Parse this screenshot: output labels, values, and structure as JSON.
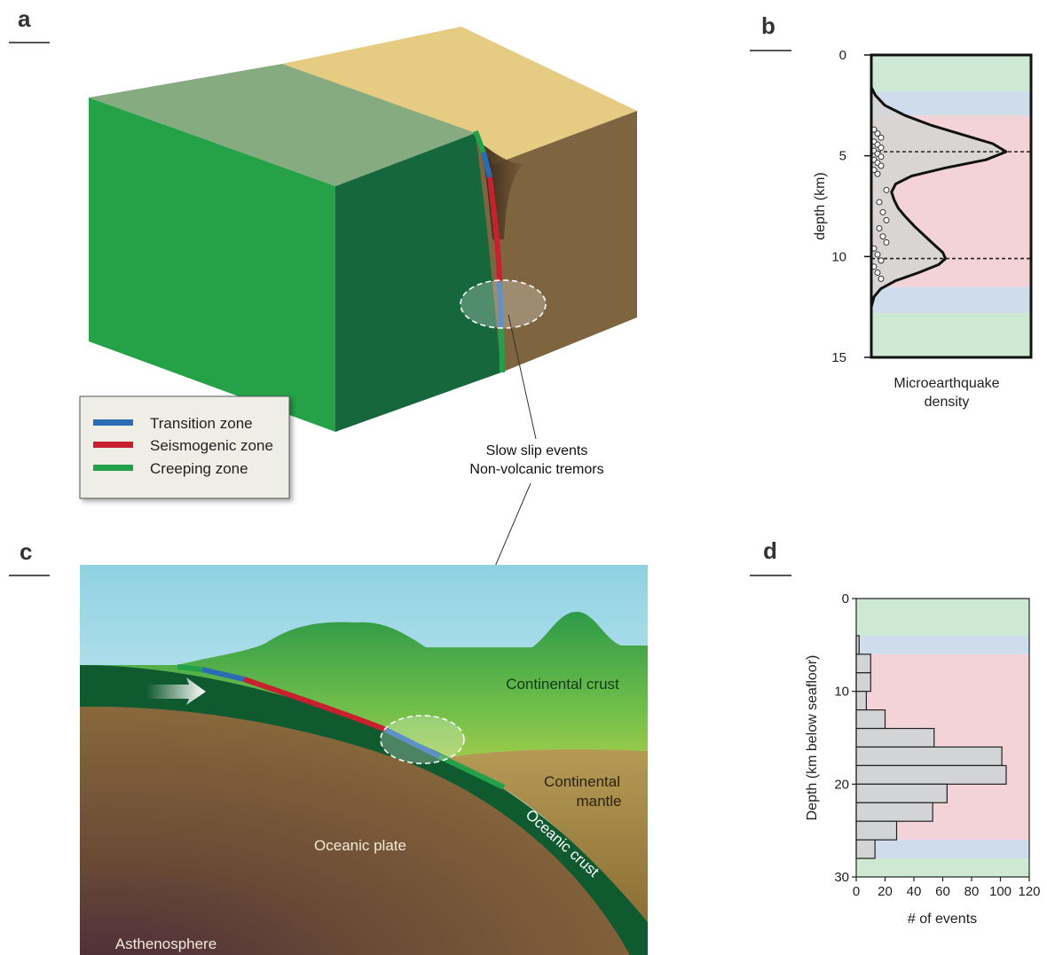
{
  "panels": {
    "a": "a",
    "b": "b",
    "c": "c",
    "d": "d"
  },
  "legend": {
    "items": [
      {
        "label": "Transition zone",
        "color": "#2a6db5"
      },
      {
        "label": "Seismogenic zone",
        "color": "#c8202e"
      },
      {
        "label": "Creeping zone",
        "color": "#22a14a"
      }
    ]
  },
  "annotation": {
    "line1": "Slow slip events",
    "line2": "Non-volcanic tremors"
  },
  "cross_section": {
    "continental_crust": "Continental crust",
    "continental_mantle_1": "Continental",
    "continental_mantle_2": "mantle",
    "oceanic_plate": "Oceanic plate",
    "oceanic_crust": "Oceanic crust",
    "asthenosphere": "Asthenosphere"
  },
  "zone_colors": {
    "creeping": "#cde9d3",
    "transition": "#cfdcec",
    "seismogenic": "#f3d3d8"
  },
  "chart_data": [
    {
      "type": "area",
      "panel": "b",
      "ylabel": "depth (km)",
      "xlabel_line1": "Microearthquake",
      "xlabel_line2": "density",
      "ylim": [
        0,
        15
      ],
      "yticks": [
        "0",
        "5",
        "10",
        "15"
      ],
      "reference_depths": [
        4.8,
        10.1
      ],
      "zones": [
        {
          "zone": "creeping",
          "from": 0,
          "to": 1.8
        },
        {
          "zone": "transition",
          "from": 1.8,
          "to": 3.0
        },
        {
          "zone": "seismogenic",
          "from": 3.0,
          "to": 11.5
        },
        {
          "zone": "transition",
          "from": 11.5,
          "to": 12.8
        },
        {
          "zone": "creeping",
          "from": 12.8,
          "to": 15
        }
      ],
      "depth": [
        1.6,
        2.0,
        2.5,
        3.0,
        3.5,
        4.0,
        4.4,
        4.8,
        5.2,
        5.6,
        6.0,
        6.4,
        6.8,
        7.2,
        7.6,
        8.0,
        8.5,
        9.0,
        9.5,
        9.8,
        10.1,
        10.4,
        10.8,
        11.2,
        11.6,
        12.0,
        12.5
      ],
      "density": [
        0.0,
        0.03,
        0.1,
        0.25,
        0.45,
        0.7,
        0.9,
        1.0,
        0.85,
        0.55,
        0.3,
        0.18,
        0.15,
        0.17,
        0.2,
        0.25,
        0.32,
        0.4,
        0.48,
        0.53,
        0.55,
        0.5,
        0.35,
        0.18,
        0.07,
        0.02,
        0.0
      ],
      "events_depth": [
        3.7,
        3.9,
        4.1,
        4.3,
        4.45,
        4.6,
        4.75,
        4.9,
        5.05,
        5.2,
        5.35,
        5.5,
        5.7,
        5.9,
        6.7,
        7.3,
        7.8,
        8.2,
        8.6,
        9.0,
        9.3,
        9.6,
        9.9,
        10.2,
        10.5,
        10.8,
        11.1
      ]
    },
    {
      "type": "bar",
      "panel": "d",
      "orientation": "horizontal",
      "ylabel": "Depth (km below seafloor)",
      "xlabel": "# of events",
      "ylim": [
        0,
        30
      ],
      "xlim": [
        0,
        120
      ],
      "yticks": [
        "0",
        "10",
        "20",
        "30"
      ],
      "xticks": [
        "0",
        "20",
        "40",
        "60",
        "80",
        "100",
        "120"
      ],
      "zones": [
        {
          "zone": "creeping",
          "from": 0,
          "to": 4
        },
        {
          "zone": "transition",
          "from": 4,
          "to": 6
        },
        {
          "zone": "seismogenic",
          "from": 6,
          "to": 26
        },
        {
          "zone": "transition",
          "from": 26,
          "to": 28
        },
        {
          "zone": "creeping",
          "from": 28,
          "to": 30
        }
      ],
      "bin_starts": [
        4,
        6,
        8,
        10,
        12,
        14,
        16,
        18,
        20,
        22,
        24,
        26,
        28
      ],
      "counts": [
        2,
        10,
        10,
        7,
        20,
        54,
        101,
        104,
        63,
        53,
        28,
        13,
        0
      ]
    }
  ]
}
